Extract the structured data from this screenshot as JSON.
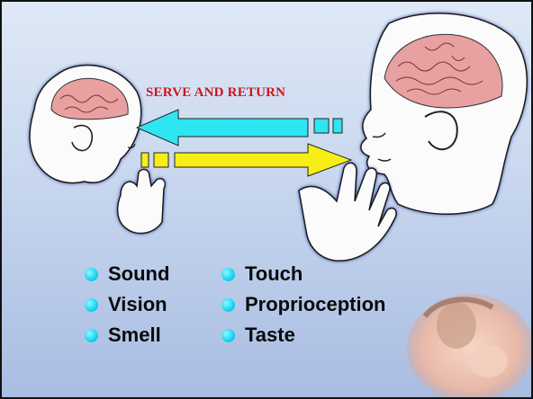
{
  "diagram": {
    "title": "SERVE AND RETURN",
    "senses_left": [
      "Sound",
      "Vision",
      "Smell"
    ],
    "senses_right": [
      "Touch",
      "Proprioception",
      "Taste"
    ]
  },
  "icons": {
    "child": "child-head-brain-icon",
    "adult": "adult-head-brain-icon",
    "arrow_serve": "cyan-left-arrow-icon",
    "arrow_return": "yellow-right-arrow-icon",
    "photo": "mother-baby-photo"
  },
  "colors": {
    "title": "#d4121a",
    "bullet": "#1cd7f3",
    "arrow_serve": "#2ee6f2",
    "arrow_return": "#f7ee17",
    "brain": "#e8a0a0"
  }
}
